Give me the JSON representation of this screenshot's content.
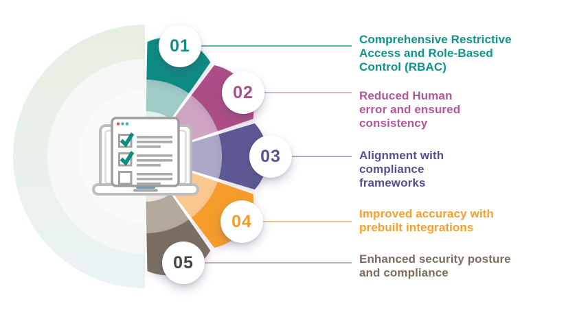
{
  "infographic": {
    "center_icon": "laptop-checklist-icon",
    "background_ring_colors": {
      "top": "#E7EFE2",
      "bottom": "#EBF2F5"
    },
    "items": [
      {
        "number": "01",
        "label": "Comprehensive Restrictive\nAccess and Role-Based\nControl (RBAC)",
        "color": "#0D8B81",
        "tint_mid": "#A0CCC6",
        "tint_light": "#E6F1EE",
        "number_color": "#118E86",
        "label_color": "#0F928C",
        "line_color": "#2A9A93"
      },
      {
        "number": "02",
        "label": "Reduced Human\nerror and ensured\nconsistency",
        "color": "#AC4E86",
        "tint_mid": "#CFA4C3",
        "tint_light": "#F1E4EC",
        "number_color": "#AB4E88",
        "label_color": "#B0579C",
        "line_color": "#CD9BC2"
      },
      {
        "number": "03",
        "label": "Alignment with\ncompliance\nframeworks",
        "color": "#5C5893",
        "tint_mid": "#ABA8C9",
        "tint_light": "#E7E6F0",
        "number_color": "#575392",
        "label_color": "#555090",
        "line_color": "#8D8AB5"
      },
      {
        "number": "04",
        "label": "Improved accuracy with\nprebuilt integrations",
        "color": "#F59C2B",
        "tint_mid": "#FAC88E",
        "tint_light": "#FDEEDB",
        "number_color": "#F59B28",
        "label_color": "#F9A02F",
        "line_color": "#F3B25F"
      },
      {
        "number": "05",
        "label": "Enhanced security posture\nand compliance",
        "color": "#7A6E62",
        "tint_mid": "#B4A99D",
        "tint_light": "#EAE6E1",
        "number_color": "#4A443E",
        "label_color": "#7B6E61",
        "line_color": "#A3958A"
      }
    ]
  }
}
